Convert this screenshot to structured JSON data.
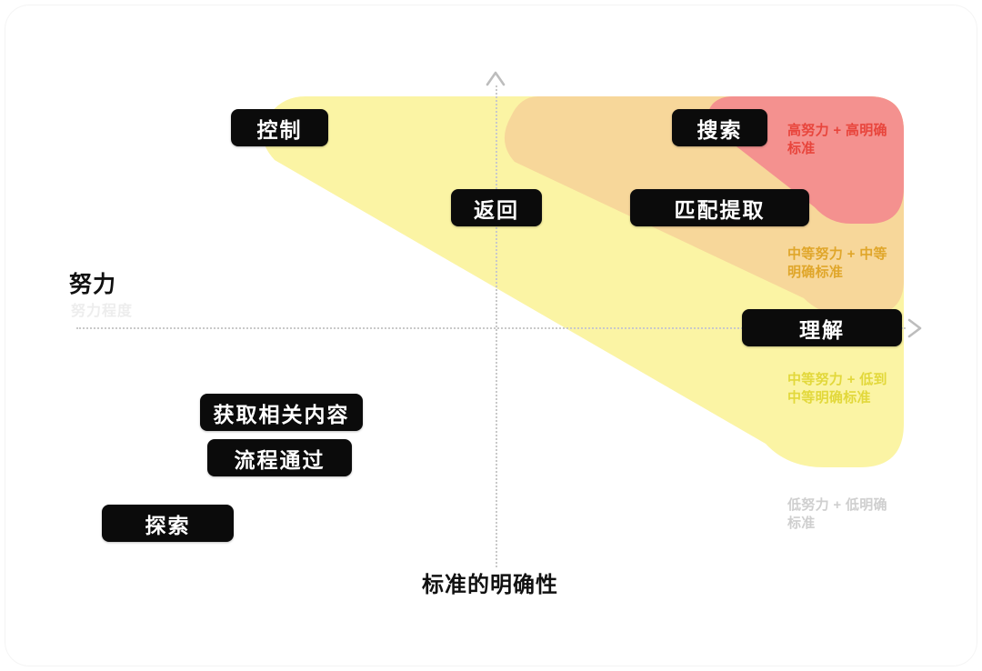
{
  "diagram": {
    "type": "quadrant-matrix",
    "axes": {
      "y_title": "努力",
      "y_title_ghost": "努力程度",
      "x_title": "标准的明确性",
      "y_arrow_icon": "chevron-up-icon",
      "x_arrow_icon": "chevron-right-icon"
    },
    "nodes": [
      {
        "id": "kongzhi",
        "label": "控制"
      },
      {
        "id": "sousuo",
        "label": "搜索"
      },
      {
        "id": "fanhui",
        "label": "返回"
      },
      {
        "id": "pipei",
        "label": "匹配提取"
      },
      {
        "id": "lijie",
        "label": "理解"
      },
      {
        "id": "huoqu",
        "label": "获取相关内容"
      },
      {
        "id": "liucheng",
        "label": "流程通过"
      },
      {
        "id": "tansuo",
        "label": "探索"
      }
    ],
    "zones": [
      {
        "id": "high",
        "label": "高努力 + 高明确\n标准",
        "fill": "#f4918f",
        "text_color": "#e8453c"
      },
      {
        "id": "mid",
        "label": "中等努力 + 中等\n明确标准",
        "fill": "#f7d79a",
        "text_color": "#e0a62a"
      },
      {
        "id": "low",
        "label": "中等努力 + 低到\n中等明确标准",
        "fill": "#fbf4a4",
        "text_color": "#e2d83b"
      },
      {
        "id": "none",
        "label": "低努力 + 低明确\n标准",
        "fill": "#ffffff",
        "text_color": "#cfcfcf"
      }
    ]
  },
  "chart_data": {
    "type": "scatter",
    "title": "",
    "xlabel": "标准的明确性",
    "ylabel": "努力",
    "grid": true,
    "legend": "right",
    "annotations": [
      "高努力 + 高明确标准",
      "中等努力 + 中等明确标准",
      "中等努力 + 低到中等明确标准",
      "低努力 + 低明确标准"
    ],
    "points": [
      {
        "label": "控制",
        "x": -0.62,
        "y": 0.86
      },
      {
        "label": "搜索",
        "x": 0.58,
        "y": 0.86
      },
      {
        "label": "返回",
        "x": -0.02,
        "y": 0.53
      },
      {
        "label": "匹配提取",
        "x": 0.38,
        "y": 0.53
      },
      {
        "label": "理解",
        "x": 0.74,
        "y": 0.04
      },
      {
        "label": "获取相关内容",
        "x": -0.7,
        "y": -0.31
      },
      {
        "label": "流程通过",
        "x": -0.68,
        "y": -0.5
      },
      {
        "label": "探索",
        "x": -0.89,
        "y": -0.77
      }
    ],
    "xlim": [
      -1,
      1
    ],
    "ylim": [
      -1,
      1
    ]
  }
}
